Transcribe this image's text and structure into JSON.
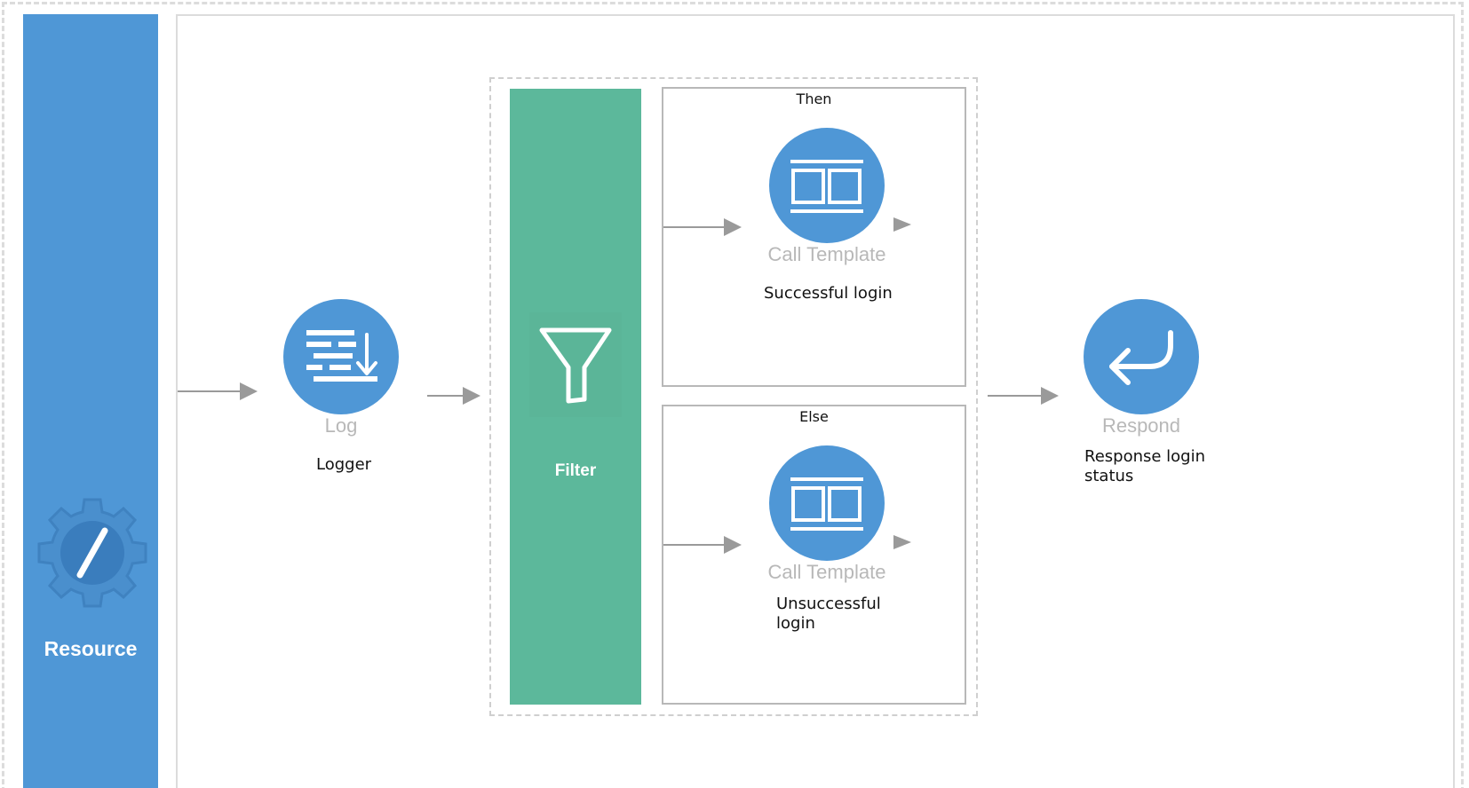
{
  "resource": {
    "label": "Resource",
    "icon": "gear-slash-icon",
    "color": "#4f97d6"
  },
  "log_node": {
    "type_label": "Log",
    "name": "Logger",
    "icon": "log-list-icon"
  },
  "filter": {
    "label": "Filter",
    "icon": "funnel-icon",
    "color": "#5cb89b"
  },
  "then_branch": {
    "title": "Then",
    "type_label": "Call Template",
    "name": "Successful login",
    "icon": "template-icon"
  },
  "else_branch": {
    "title": "Else",
    "type_label": "Call Template",
    "name_line1": "Unsuccessful",
    "name_line2": "login",
    "icon": "template-icon"
  },
  "respond_node": {
    "type_label": "Respond",
    "name_line1": "Response login",
    "name_line2": "status",
    "icon": "return-arrow-icon"
  },
  "colors": {
    "node_blue": "#4f97d6",
    "arrow_gray": "#9a9a9a"
  }
}
